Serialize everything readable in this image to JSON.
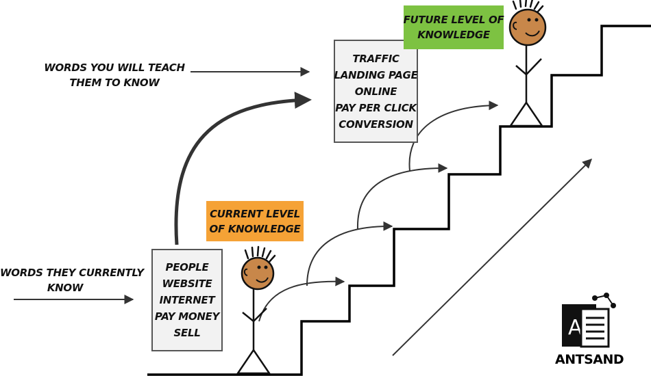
{
  "labels": {
    "words_teach_line1": "WORDS YOU WILL TEACH",
    "words_teach_line2": "THEM TO KNOW",
    "words_know_line1": "WORDS THEY  CURRENTLY",
    "words_know_line2": "KNOW"
  },
  "current_words": [
    "PEOPLE",
    "WEBSITE",
    "INTERNET",
    "PAY MONEY",
    "SELL"
  ],
  "future_words": [
    "TRAFFIC",
    "LANDING PAGE",
    "ONLINE",
    "PAY PER CLICK",
    "CONVERSION"
  ],
  "current_level": {
    "line1": "CURRENT LEVEL",
    "line2": "OF KNOWLEDGE",
    "color": "#f5a236"
  },
  "future_level": {
    "line1": "FUTURE LEVEL OF",
    "line2": "KNOWLEDGE",
    "color": "#7dc242"
  },
  "brand": {
    "name": "ANTSAND"
  },
  "colors": {
    "face": "#c8874a",
    "box_bg": "#f2f2f2",
    "line": "#111111",
    "arrow": "#333333"
  }
}
